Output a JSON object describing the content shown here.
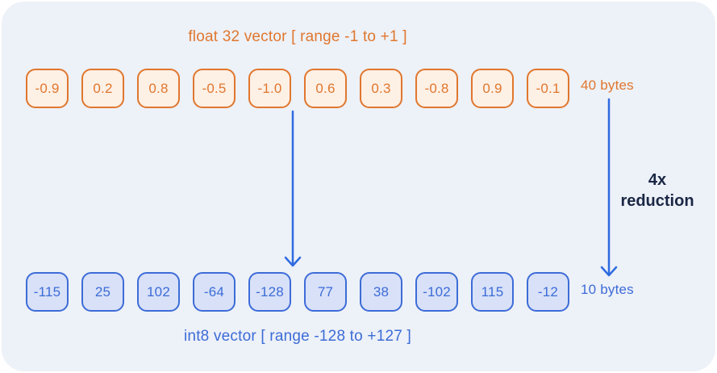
{
  "diagram": {
    "float_row": {
      "title": "float 32 vector [ range -1 to +1 ]",
      "values": [
        "-0.9",
        "0.2",
        "0.8",
        "-0.5",
        "-1.0",
        "0.6",
        "0.3",
        "-0.8",
        "0.9",
        "-0.1"
      ],
      "size_label": "40 bytes"
    },
    "int_row": {
      "title": "int8 vector [ range -128 to +127 ]",
      "values": [
        "-115",
        "25",
        "102",
        "-64",
        "-128",
        "77",
        "38",
        "-102",
        "115",
        "-12"
      ],
      "size_label": "10 bytes"
    },
    "reduction_label": {
      "line1": "4x",
      "line2": "reduction"
    },
    "colors": {
      "orange": "#e0772e",
      "orange_fill": "#fdf0e5",
      "blue": "#3d6cd7",
      "blue_fill": "#d8e1f8",
      "arrow_blue": "#2f6be0",
      "dark_text": "#1a2744",
      "panel_background": "#edf1f8"
    }
  }
}
